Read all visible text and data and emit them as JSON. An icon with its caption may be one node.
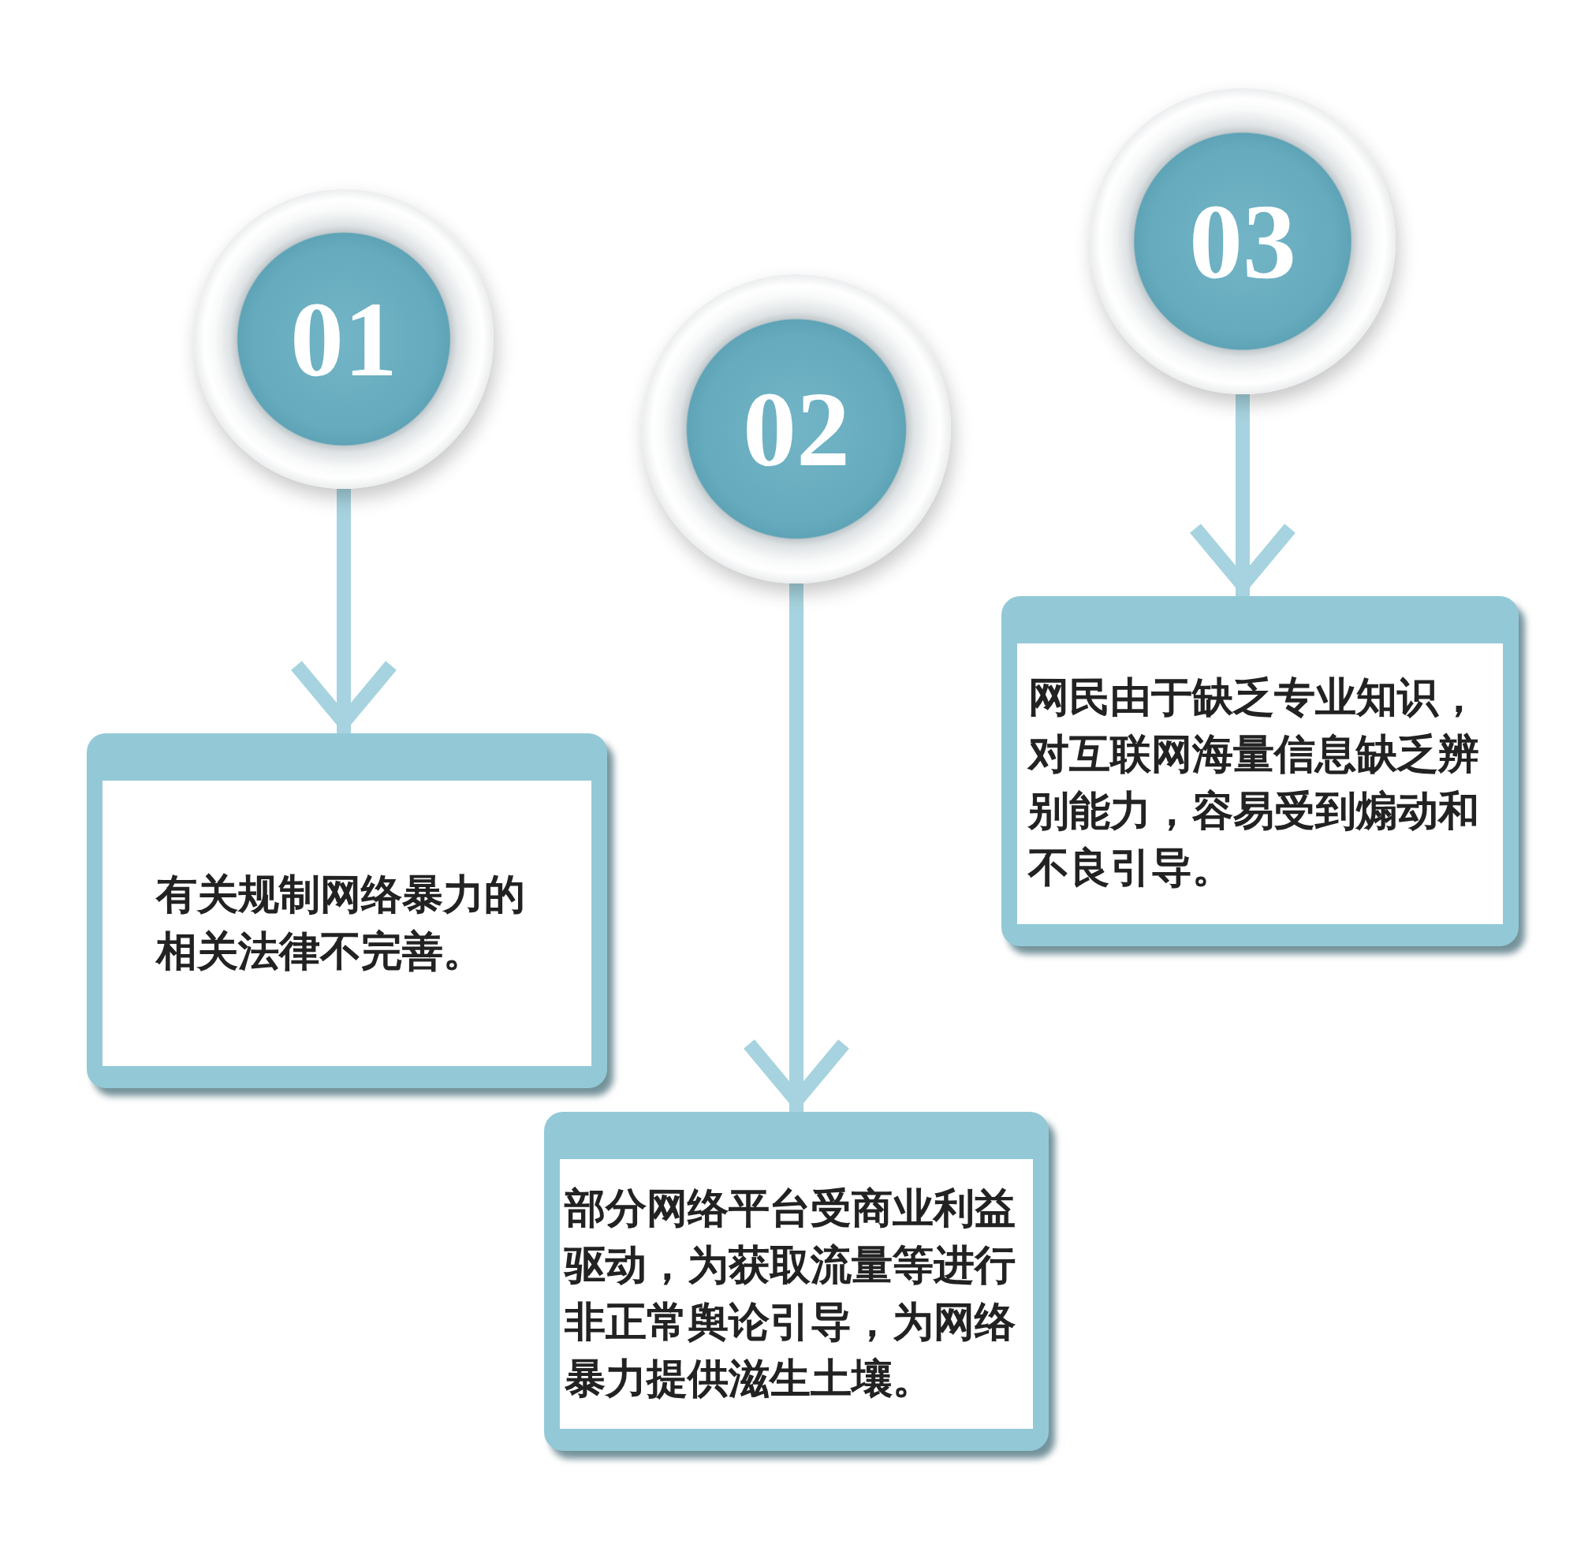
{
  "diagram": {
    "nodes": [
      {
        "text": [
          "01"
        ]
      },
      {
        "text": [
          "有关规制网络暴力的相关法律不完善。"
        ]
      },
      {
        "text": [
          "02"
        ]
      },
      {
        "text": [
          "部分网络平台受商业利益驱动，为获取流量等进行非正常舆论引导，为网络暴力提供滋生土壤。"
        ]
      },
      {
        "text": [
          "03"
        ]
      },
      {
        "text": [
          "网民由于缺乏专业知识，对互联网海量信息缺乏辨别能力，容易受到煽动和不良引导。"
        ]
      }
    ],
    "edges": [
      {
        "from": 0,
        "to": 1,
        "arrow": "to"
      },
      {
        "from": 2,
        "to": 3,
        "arrow": "to"
      },
      {
        "from": 4,
        "to": 5,
        "arrow": "to"
      }
    ]
  }
}
